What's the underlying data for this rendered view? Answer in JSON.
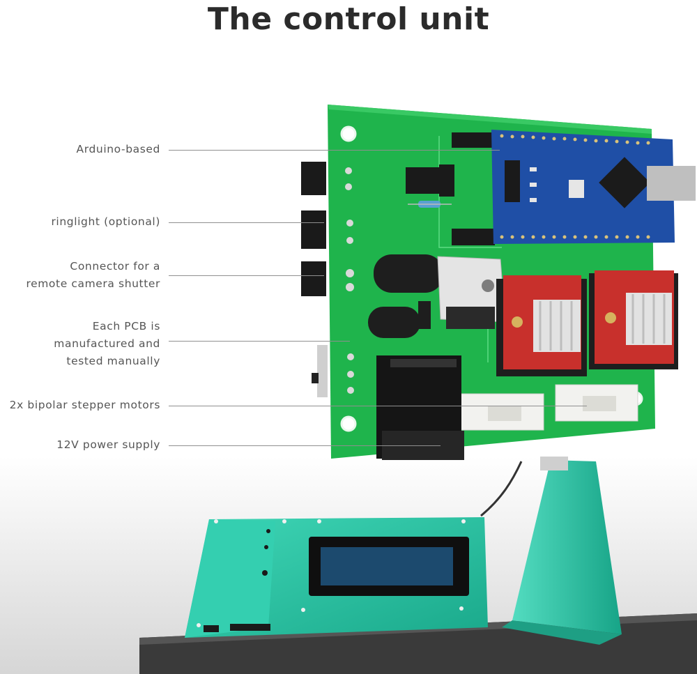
{
  "title": "The control unit",
  "callouts": [
    {
      "lines": [
        "Arduino-based"
      ]
    },
    {
      "lines": [
        "ringlight (optional)"
      ]
    },
    {
      "lines": [
        "Connector for a",
        "remote camera shutter"
      ]
    },
    {
      "lines": [
        "Each PCB is",
        "manufactured and",
        "tested manually"
      ]
    },
    {
      "lines": [
        "2x bipolar stepper motors"
      ]
    },
    {
      "lines": [
        "12V power supply"
      ]
    }
  ],
  "colors": {
    "pcb": "#1fb44c",
    "arduino": "#1f4fa6",
    "driver": "#c8302c",
    "enclosure": "#2ec7a8",
    "lcd": "#1c4a6e",
    "text": "#555555"
  }
}
